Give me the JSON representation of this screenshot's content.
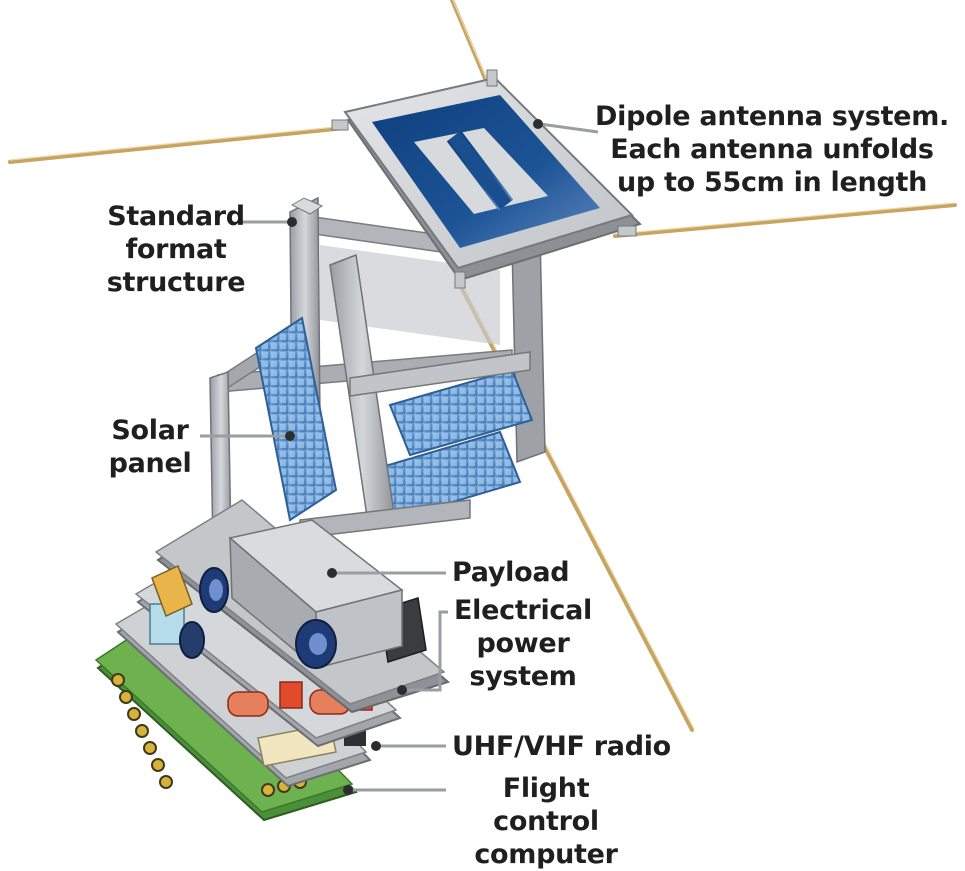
{
  "labels": {
    "antenna": [
      "Dipole antenna system.",
      "Each antenna unfolds",
      "up to 55cm in length"
    ],
    "structure": [
      "Standard",
      "format",
      "structure"
    ],
    "solar": [
      "Solar",
      "panel"
    ],
    "payload": [
      "Payload"
    ],
    "power": [
      "Electrical",
      "power",
      "system"
    ],
    "radio": [
      "UHF/VHF radio"
    ],
    "computer": [
      "Flight control",
      "computer"
    ]
  }
}
